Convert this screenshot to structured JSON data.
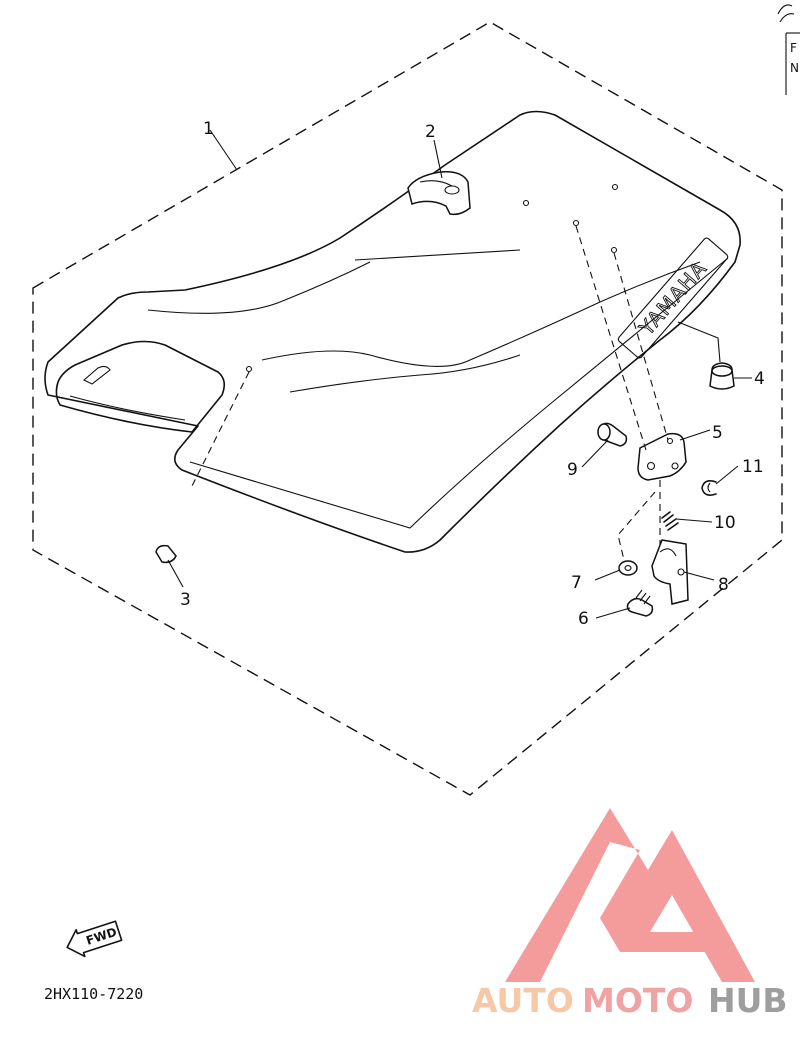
{
  "diagram": {
    "callouts": {
      "c1": "1",
      "c2": "2",
      "c3": "3",
      "c4": "4",
      "c5": "5",
      "c6": "6",
      "c7": "7",
      "c8": "8",
      "c9": "9",
      "c10": "10",
      "c11": "11"
    },
    "seat_brand": "YAMAHA",
    "fwd_label": "FWD",
    "drawing_code": "2HX110-7220",
    "corner_fragments": {
      "top": "F",
      "bottom": "N"
    }
  },
  "watermark": {
    "word_1": "AUTO",
    "word_2": "MOTO",
    "word_3": "HUB",
    "colors": {
      "logo": "#f28b8b",
      "auto": "#f5c9a8",
      "moto": "#f0a3a3",
      "hub": "#9e9e9e"
    }
  }
}
